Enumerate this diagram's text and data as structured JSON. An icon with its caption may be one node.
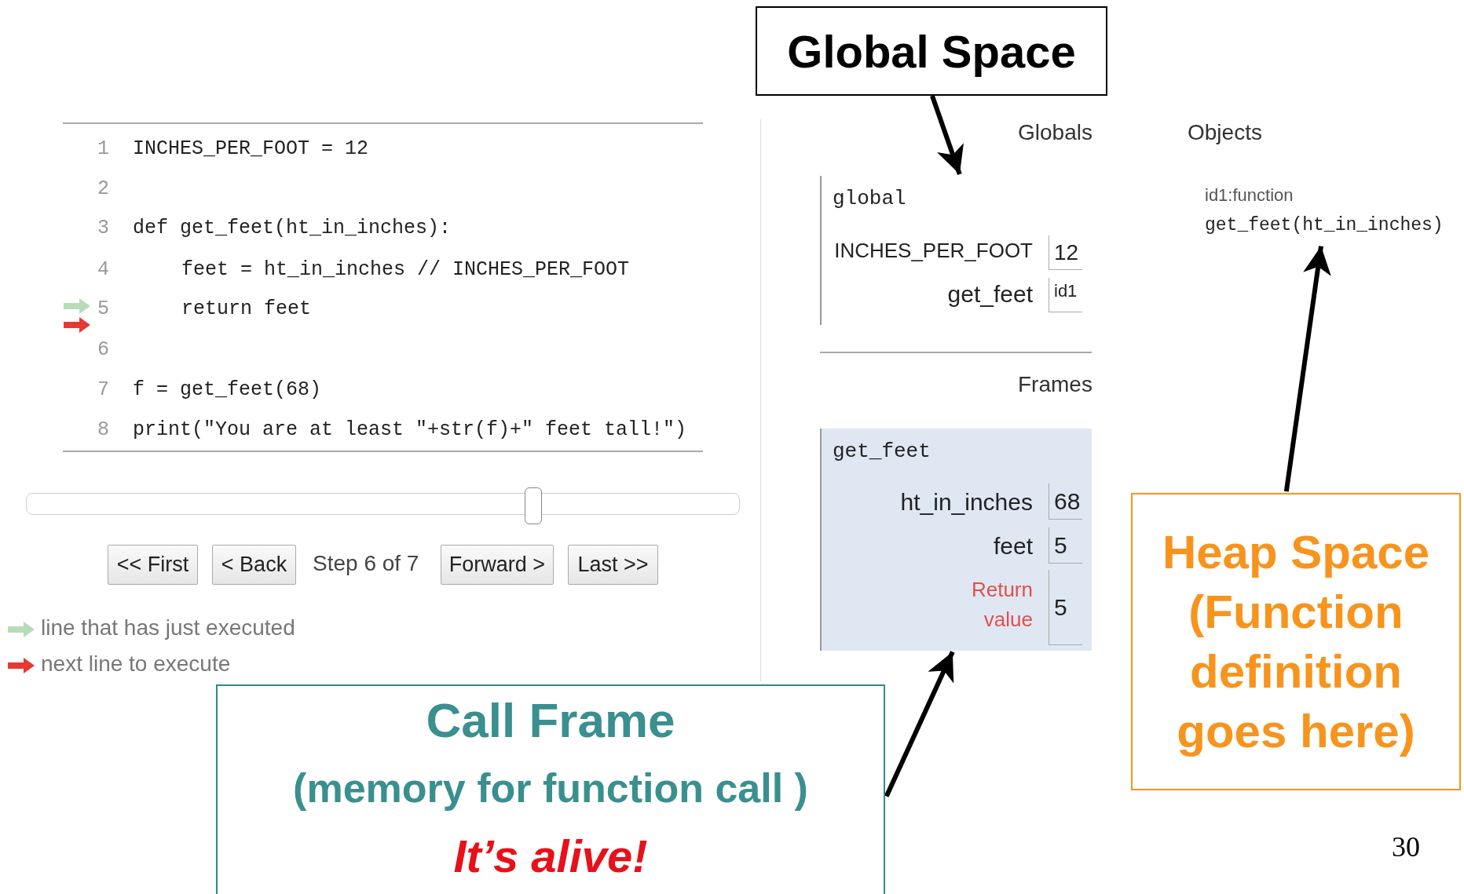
{
  "diagram": {
    "nodes": [
      {
        "text": [
          "Global Space"
        ]
      },
      {
        "text": [
          "global",
          "INCHES_PER_FOOT",
          "12",
          "get_feet",
          "id1"
        ]
      },
      {
        "text": [
          "get_feet",
          "ht_in_inches",
          "68",
          "feet",
          "5",
          "Return value",
          "5"
        ]
      },
      {
        "text": [
          "id1:function",
          "get_feet(ht_in_inches)"
        ]
      },
      {
        "text": [
          "Call Frame",
          "(memory for function call )",
          "It’s alive!"
        ]
      },
      {
        "text": [
          "Heap Space",
          "(Function definition goes here)"
        ]
      }
    ],
    "edges": [
      {
        "from": 0,
        "to": 1,
        "arrow": "to"
      },
      {
        "from": 4,
        "to": 2,
        "arrow": "to"
      },
      {
        "from": 5,
        "to": 3,
        "arrow": "to"
      }
    ],
    "labels": [
      "Globals",
      "Objects",
      "1",
      "INCHES_PER_FOOT = 12",
      "2",
      "3",
      "def get_feet(ht_in_inches):",
      "4",
      "feet = ht_in_inches // INCHES_PER_FOOT",
      "5",
      "return feet",
      "6",
      "7",
      "f = get_feet(68)",
      "8",
      "print(\"You are at least \"+str(f)+\" feet tall!\")",
      "Frames",
      "<< First",
      "< Back",
      "Step 6 of 7",
      "Forward >",
      "Last >>",
      "30"
    ],
    "legend": [
      {
        "text": "line that has just executed"
      },
      {
        "text": "next line to execute"
      }
    ]
  }
}
